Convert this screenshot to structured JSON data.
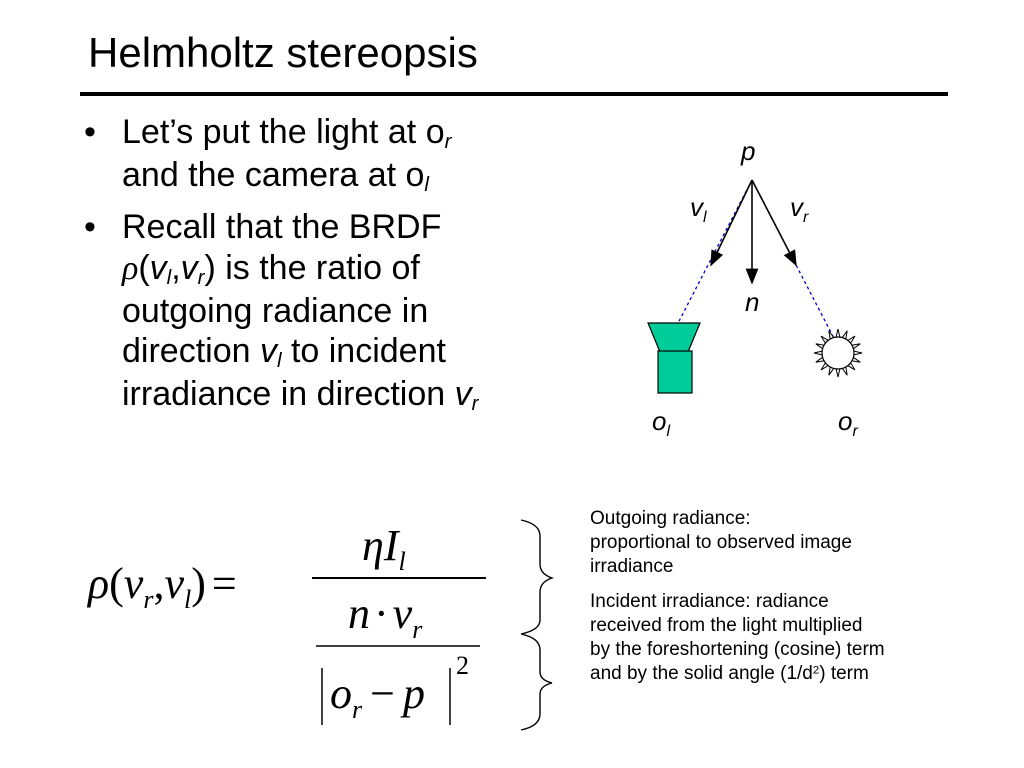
{
  "title": "Helmholtz stereopsis",
  "bullets": [
    {
      "line1": "Let’s put the light at o",
      "line1_sub": "r",
      "line2": "and the camera at o",
      "line2_sub": "l"
    },
    {
      "line1": "Recall that the BRDF",
      "rho": "ρ",
      "args_open": "(",
      "v1": "v",
      "v1_sub": "l",
      "comma": ",",
      "v2": "v",
      "v2_sub": "r",
      "args_close": ")",
      "line2_rest": " is the ratio of",
      "line3": "outgoing radiance in",
      "line4_a": "direction ",
      "line4_v": "v",
      "line4_sub": "l",
      "line4_b": " to incident",
      "line5_a": "irradiance in direction ",
      "line5_v": "v",
      "line5_sub": "r"
    }
  ],
  "diagram": {
    "p": "p",
    "vl": "v",
    "vl_sub": "l",
    "vr": "v",
    "vr_sub": "r",
    "n": "n",
    "ol": "o",
    "ol_sub": "l",
    "or": "o",
    "or_sub": "r",
    "colors": {
      "camera": "#00cc99",
      "dashed": "#0000cc",
      "arrow": "#000000"
    }
  },
  "formula": {
    "lhs_rho": "ρ",
    "lhs_open": "(",
    "lhs_v1": "v",
    "lhs_v1_sub": "r",
    "lhs_comma": ",",
    "lhs_v2": "v",
    "lhs_v2_sub": "l",
    "lhs_close": ")",
    "equals": "=",
    "num_eta": "η",
    "num_I": "I",
    "num_I_sub": "l",
    "den_n": "n",
    "den_dot": "·",
    "den_v": "v",
    "den_v_sub": "r",
    "dist_o": "o",
    "dist_o_sub": "r",
    "dist_minus": "−",
    "dist_p": "p",
    "dist_exp": "2"
  },
  "notes": [
    {
      "lines": [
        "Outgoing radiance:",
        "proportional to observed image",
        "irradiance"
      ]
    },
    {
      "lines": [
        "Incident irradiance: radiance",
        "received from the light multiplied",
        "by the foreshortening (cosine) term"
      ],
      "last_a": "and by the solid angle (1/d",
      "last_sup": "2",
      "last_b": ") term"
    }
  ]
}
